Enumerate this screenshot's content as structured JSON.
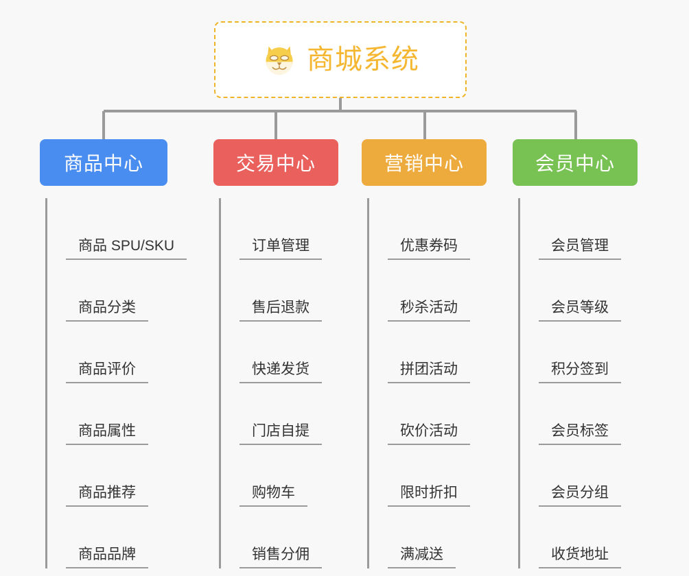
{
  "background_color": "#f8f8f8",
  "root": {
    "title": "商城系统",
    "icon": "shiba-dog-icon",
    "text_color": "#f5b731",
    "border_color": "#f0b429",
    "background": "#ffffff"
  },
  "line_color": "#9a9a9a",
  "branches": [
    {
      "label": "商品中心",
      "color": "#4a8df0",
      "items": [
        "商品 SPU/SKU",
        "商品分类",
        "商品评价",
        "商品属性",
        "商品推荐",
        "商品品牌"
      ]
    },
    {
      "label": "交易中心",
      "color": "#e9605c",
      "items": [
        "订单管理",
        "售后退款",
        "快递发货",
        "门店自提",
        "购物车",
        "销售分佣"
      ]
    },
    {
      "label": "营销中心",
      "color": "#eeab3d",
      "items": [
        "优惠券码",
        "秒杀活动",
        "拼团活动",
        "砍价活动",
        "限时折扣",
        "满减送"
      ]
    },
    {
      "label": "会员中心",
      "color": "#78c košík"
    }
  ]
}
